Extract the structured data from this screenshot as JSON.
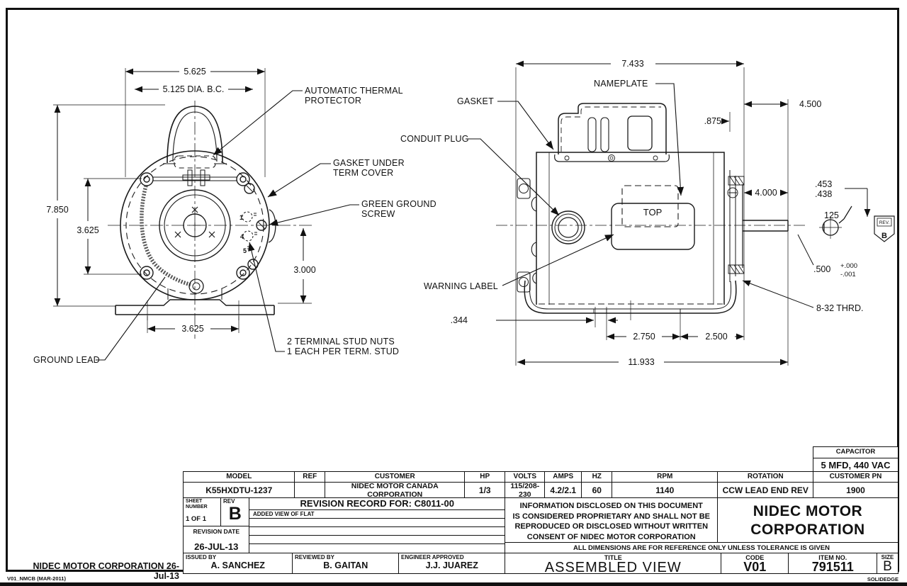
{
  "page": {
    "stamp": "NIDEC MOTOR CORPORATION 26-Jul-13",
    "footer_left_small": "V01_NMCB (MAR-2011)",
    "footer_right_small": "SOLIDEDGE"
  },
  "front_view": {
    "dims": {
      "overall_width": "5.625",
      "bolt_circle": "5.125  DIA. B.C.",
      "overall_height": "7.850",
      "bolt_span_v": "3.625",
      "shaft_height": "3.000",
      "foot_span": "3.625"
    },
    "labels": {
      "thermal_1": "AUTOMATIC THERMAL",
      "thermal_2": "PROTECTOR",
      "gasket_cover_1": "GASKET UNDER",
      "gasket_cover_2": "TERM COVER",
      "ground_screw_1": "GREEN GROUND",
      "ground_screw_2": "SCREW",
      "ground_lead": "GROUND LEAD",
      "stud_note_1": "2 TERMINAL STUD NUTS",
      "stud_note_2": "1 EACH PER TERM. STUD",
      "terminal_1": "1",
      "terminal_4": "4",
      "terminal_5": "5"
    }
  },
  "side_view": {
    "dims": {
      "body_length": "7.433",
      "shaft_ext": "4.500",
      "hub_width": ".875",
      "shaft_len": "4.000",
      "flat_max": ".453",
      "flat_min": ".438",
      "finish": "125",
      "shaft_dia": ".500",
      "tol_plus": "+.000",
      "tol_minus": "-.001",
      "thread": "8-32 THRD.",
      "slot": ".344",
      "span_a": "2.750",
      "span_b": "2.500",
      "overall_length": "11.933"
    },
    "labels": {
      "gasket": "GASKET",
      "nameplate": "NAMEPLATE",
      "conduit_plug": "CONDUIT PLUG",
      "warning_label": "WARNING LABEL",
      "top": "TOP",
      "rev_small": "REV.",
      "rev_letter": "B"
    }
  },
  "capacitor_box": {
    "header": "CAPACITOR",
    "value": "5 MFD, 440 VAC",
    "pn_header": "CUSTOMER PN",
    "pn_value": "1900"
  },
  "spec_table": {
    "headers": [
      "MODEL",
      "REF",
      "CUSTOMER",
      "HP",
      "VOLTS",
      "AMPS",
      "HZ",
      "RPM",
      "ROTATION",
      "CUSTOMER PN"
    ],
    "values": [
      "K55HXDTU-1237",
      "",
      "NIDEC MOTOR CANADA CORPORATION",
      "1/3",
      "115/208-230",
      "4.2/2.1",
      "60",
      "1140",
      "CCW LEAD END REV",
      "1900"
    ]
  },
  "revision_block": {
    "sheet_label_1": "SHEET",
    "sheet_label_2": "NUMBER",
    "sheet_value": "1 OF 1",
    "rev_label": "REV",
    "rev_value": "B",
    "record_title": "REVISION RECORD FOR: C8011-00",
    "record_row_1": "ADDED VIEW OF FLAT",
    "date_label": "REVISION DATE",
    "date_value": "26-JUL-13"
  },
  "proprietary": {
    "line1": "INFORMATION DISCLOSED ON THIS DOCUMENT",
    "line2": "IS CONSIDERED PROPRIETARY AND SHALL NOT BE",
    "line3": "REPRODUCED OR DISCLOSED WITHOUT WRITTEN",
    "line4": "CONSENT OF NIDEC MOTOR CORPORATION"
  },
  "company": {
    "line1": "NIDEC MOTOR",
    "line2": "CORPORATION"
  },
  "tolerance_note": "ALL DIMENSIONS ARE FOR REFERENCE ONLY UNLESS TOLERANCE IS GIVEN",
  "title_block": {
    "title_label": "TITLE",
    "title": "ASSEMBLED VIEW",
    "code_label": "CODE",
    "code": "V01",
    "item_label": "ITEM NO.",
    "item": "791511",
    "size_label": "SIZE",
    "size": "B"
  },
  "signoff": {
    "issued_label": "ISSUED BY",
    "issued": "A. SANCHEZ",
    "reviewed_label": "REVIEWED BY",
    "reviewed": "B. GAITAN",
    "engineer_label": "ENGINEER APPROVED",
    "engineer": "J.J. JUAREZ"
  }
}
